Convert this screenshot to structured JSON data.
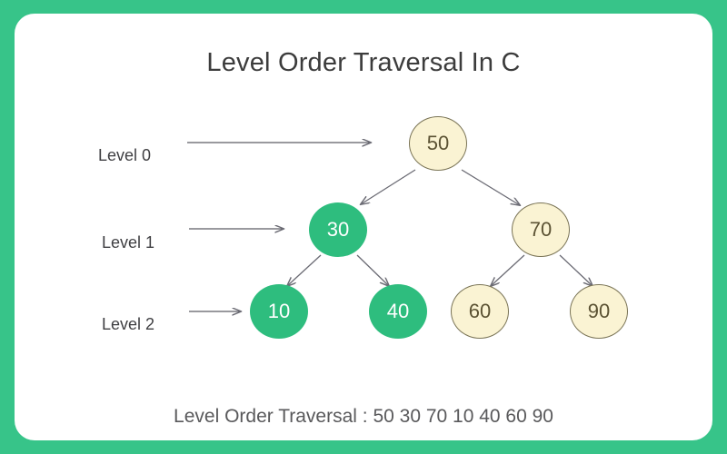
{
  "page": {
    "title": "Level Order Traversal In C",
    "caption": "Level Order Traversal : 50 30 70 10 40 60 90",
    "frame_color": "#37c489",
    "card_color": "#ffffff"
  },
  "levels": [
    {
      "label": "Level 0"
    },
    {
      "label": "Level 1"
    },
    {
      "label": "Level 2"
    }
  ],
  "tree": {
    "node_fill_cream": "#faf3d3",
    "node_fill_green": "#2ebd7e",
    "node_stroke_cream": "#7a7456",
    "node_text_cream": "#5b5233",
    "node_text_green": "#ffffff",
    "edge_color": "#6b6b74",
    "nodes": [
      {
        "id": "n50",
        "value": "50",
        "style": "cream",
        "level": 0
      },
      {
        "id": "n30",
        "value": "30",
        "style": "green",
        "level": 1
      },
      {
        "id": "n70",
        "value": "70",
        "style": "cream",
        "level": 1
      },
      {
        "id": "n10",
        "value": "10",
        "style": "green",
        "level": 2
      },
      {
        "id": "n40",
        "value": "40",
        "style": "green",
        "level": 2
      },
      {
        "id": "n60",
        "value": "60",
        "style": "cream",
        "level": 2
      },
      {
        "id": "n90",
        "value": "90",
        "style": "cream",
        "level": 2
      }
    ],
    "edges": [
      {
        "from": "n50",
        "to": "n30"
      },
      {
        "from": "n50",
        "to": "n70"
      },
      {
        "from": "n30",
        "to": "n10"
      },
      {
        "from": "n30",
        "to": "n40"
      },
      {
        "from": "n70",
        "to": "n60"
      },
      {
        "from": "n70",
        "to": "n90"
      }
    ],
    "traversal_order": [
      "50",
      "30",
      "70",
      "10",
      "40",
      "60",
      "90"
    ]
  }
}
